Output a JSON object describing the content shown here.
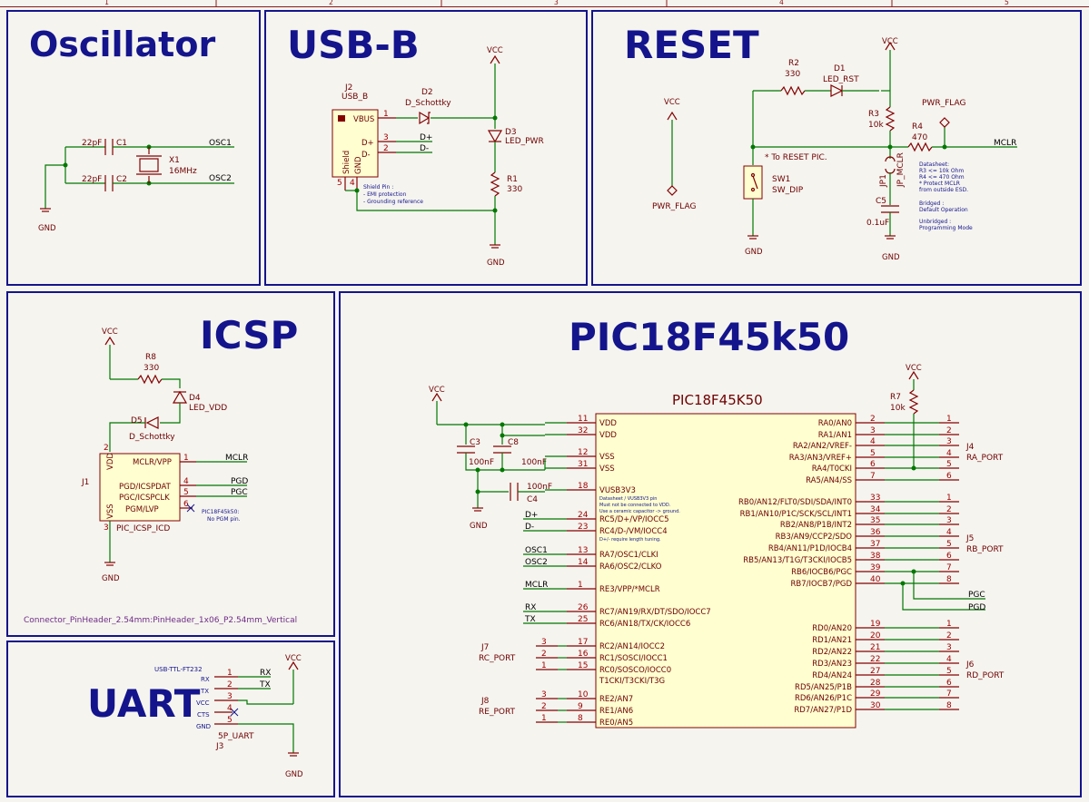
{
  "ruler": {
    "marks": [
      "1",
      "2",
      "3",
      "4",
      "5"
    ]
  },
  "sections": {
    "oscillator": "Oscillator",
    "usb": "USB-B",
    "reset": "RESET",
    "icsp": "ICSP",
    "pic": "PIC18F45k50",
    "uart": "UART"
  },
  "osc": {
    "c1_val": "22pF",
    "c1_ref": "C1",
    "c2_val": "22pF",
    "c2_ref": "C2",
    "x1_ref": "X1",
    "x1_val": "16MHz",
    "net1": "OSC1",
    "net2": "OSC2",
    "gnd": "GND"
  },
  "usb": {
    "j2_ref": "J2",
    "j2_val": "USB_B",
    "vbus": "VBUS",
    "dp": "D+",
    "dm": "D-",
    "shield": "Shield",
    "gndpin": "GND",
    "p1": "1",
    "p2": "2",
    "p3": "3",
    "p4": "4",
    "p5": "5",
    "d2_ref": "D2",
    "d2_val": "D_Schottky",
    "d3_ref": "D3",
    "d3_val": "LED_PWR",
    "r1_ref": "R1",
    "r1_val": "330",
    "vcc": "VCC",
    "gnd": "GND",
    "net_dp": "D+",
    "net_dm": "D-",
    "note1": "Shield Pin :",
    "note2": "- EMI protection",
    "note3": "- Grounding reference"
  },
  "reset": {
    "vcc1": "VCC",
    "vcc2": "VCC",
    "pwrflag1": "PWR_FLAG",
    "pwrflag2": "PWR_FLAG",
    "r2_ref": "R2",
    "r2_val": "330",
    "d1_ref": "D1",
    "d1_val": "LED_RST",
    "r3_ref": "R3",
    "r3_val": "10k",
    "r4_ref": "R4",
    "r4_val": "470",
    "mclr": "MCLR",
    "note_reset": "* To RESET PIC.",
    "sw1_ref": "SW1",
    "sw1_val": "SW_DIP",
    "jp1_ref": "JP1",
    "jp1_val": "JP_MCLR",
    "c5_ref": "C5",
    "c5_val": "0.1uF",
    "gnd1": "GND",
    "gnd2": "GND",
    "ds1": "Datasheet:",
    "ds2": "R3 <= 10k Ohm",
    "ds3": "R4 <= 470 Ohm",
    "ds4": "* Protect MCLR",
    "ds5": "from outside ESD.",
    "ds6": "Bridged :",
    "ds7": "Default Operation",
    "ds8": "Unbridged :",
    "ds9": "Programming Mode"
  },
  "icsp": {
    "vcc": "VCC",
    "r8_ref": "R8",
    "r8_val": "330",
    "d4_ref": "D4",
    "d4_val": "LED_VDD",
    "d5_ref": "D5",
    "d5_val": "D_Schottky",
    "j1_ref": "J1",
    "vdd": "VDD",
    "vss": "VSS",
    "pin1": "MCLR/VPP",
    "pin4": "PGD/ICSPDAT",
    "pin5": "PGC/ICSPCLK",
    "pin6": "PGM/LVP",
    "net1": "MCLR",
    "net4": "PGD",
    "net5": "PGC",
    "note": "PIC18F45k50:",
    "note2": "No PGM pin.",
    "val": "PIC_ICSP_ICD",
    "gnd": "GND",
    "footprint": "Connector_PinHeader_2.54mm:PinHeader_1x06_P2.54mm_Vertical"
  },
  "uart": {
    "title": "USB-TTL-FT232",
    "vcc": "VCC",
    "gnd": "GND",
    "pins": [
      "RX",
      "TX",
      "VCC",
      "CTS",
      "GND"
    ],
    "nets": [
      "RX",
      "TX"
    ],
    "val": "5P_UART",
    "ref": "J3"
  },
  "pic": {
    "chip_name": "PIC18F45K50",
    "vcc1": "VCC",
    "vcc2": "VCC",
    "gnd": "GND",
    "c3_ref": "C3",
    "c3_val": "100nF",
    "c8_ref": "C8",
    "c8_val": "100nF",
    "c4_ref": "C4",
    "c4_val": "100nF",
    "r7_ref": "R7",
    "r7_val": "10k",
    "vusb_note1": "Datasheet / VUSB3V3 pin",
    "vusb_note2": "Must not be connected to VDD.",
    "vusb_note3": "Use a ceramic capacitor -> ground.",
    "dnote": "D+/- require length tuning.",
    "left_pins": [
      {
        "num": "11",
        "name": "VDD",
        "net": ""
      },
      {
        "num": "32",
        "name": "VDD",
        "net": ""
      },
      {
        "num": "12",
        "name": "VSS",
        "net": ""
      },
      {
        "num": "31",
        "name": "VSS",
        "net": ""
      },
      {
        "num": "18",
        "name": "VUSB3V3",
        "net": ""
      },
      {
        "num": "24",
        "name": "RC5/D+/VP/IOCC5",
        "net": "D+"
      },
      {
        "num": "23",
        "name": "RC4/D-/VM/IOCC4",
        "net": "D-"
      },
      {
        "num": "13",
        "name": "RA7/OSC1/CLKI",
        "net": "OSC1"
      },
      {
        "num": "14",
        "name": "RA6/OSC2/CLKO",
        "net": "OSC2"
      },
      {
        "num": "1",
        "name": "RE3/VPP/*MCLR",
        "net": "MCLR"
      },
      {
        "num": "26",
        "name": "RC7/AN19/RX/DT/SDO/IOCC7",
        "net": "RX"
      },
      {
        "num": "25",
        "name": "RC6/AN18/TX/CK/IOCC6",
        "net": "TX"
      },
      {
        "num": "17",
        "name": "RC2/AN14/IOCC2",
        "net": ""
      },
      {
        "num": "16",
        "name": "RC1/SOSCI/IOCC1",
        "net": ""
      },
      {
        "num": "15",
        "name": "RC0/SOSCO/IOCC0",
        "net": ""
      },
      {
        "num": "",
        "name": "T1CKI/T3CKI/T3G",
        "net": ""
      },
      {
        "num": "10",
        "name": "RE2/AN7",
        "net": ""
      },
      {
        "num": "9",
        "name": "RE1/AN6",
        "net": ""
      },
      {
        "num": "8",
        "name": "RE0/AN5",
        "net": ""
      }
    ],
    "right_pins": [
      {
        "num": "2",
        "name": "RA0/AN0"
      },
      {
        "num": "3",
        "name": "RA1/AN1"
      },
      {
        "num": "4",
        "name": "RA2/AN2/VREF-"
      },
      {
        "num": "5",
        "name": "RA3/AN3/VREF+"
      },
      {
        "num": "6",
        "name": "RA4/T0CKI"
      },
      {
        "num": "7",
        "name": "RA5/AN4/SS"
      },
      {
        "num": "33",
        "name": "RB0/AN12/FLT0/SDI/SDA/INT0"
      },
      {
        "num": "34",
        "name": "RB1/AN10/P1C/SCK/SCL/INT1"
      },
      {
        "num": "35",
        "name": "RB2/AN8/P1B/INT2"
      },
      {
        "num": "36",
        "name": "RB3/AN9/CCP2/SDO"
      },
      {
        "num": "37",
        "name": "RB4/AN11/P1D/IOCB4"
      },
      {
        "num": "38",
        "name": "RB5/AN13/T1G/T3CKI/IOCB5"
      },
      {
        "num": "39",
        "name": "RB6/IOCB6/PGC"
      },
      {
        "num": "40",
        "name": "RB7/IOCB7/PGD"
      },
      {
        "num": "19",
        "name": "RD0/AN20"
      },
      {
        "num": "20",
        "name": "RD1/AN21"
      },
      {
        "num": "21",
        "name": "RD2/AN22"
      },
      {
        "num": "22",
        "name": "RD3/AN23"
      },
      {
        "num": "27",
        "name": "RD4/AN24"
      },
      {
        "num": "28",
        "name": "RD5/AN25/P1B"
      },
      {
        "num": "29",
        "name": "RD6/AN26/P1C"
      },
      {
        "num": "30",
        "name": "RD7/AN27/P1D"
      }
    ],
    "j4_ref": "J4",
    "j4_val": "RA_PORT",
    "j5_ref": "J5",
    "j5_val": "RB_PORT",
    "j6_ref": "J6",
    "j6_val": "RD_PORT",
    "j7_ref": "J7",
    "j7_val": "RC_PORT",
    "j8_ref": "J8",
    "j8_val": "RE_PORT",
    "pgc": "PGC",
    "pgd": "PGD",
    "conn6": [
      "1",
      "2",
      "3",
      "4",
      "5",
      "6"
    ],
    "conn8": [
      "1",
      "2",
      "3",
      "4",
      "5",
      "6",
      "7",
      "8"
    ],
    "conn3": [
      "3",
      "2",
      "1"
    ]
  }
}
